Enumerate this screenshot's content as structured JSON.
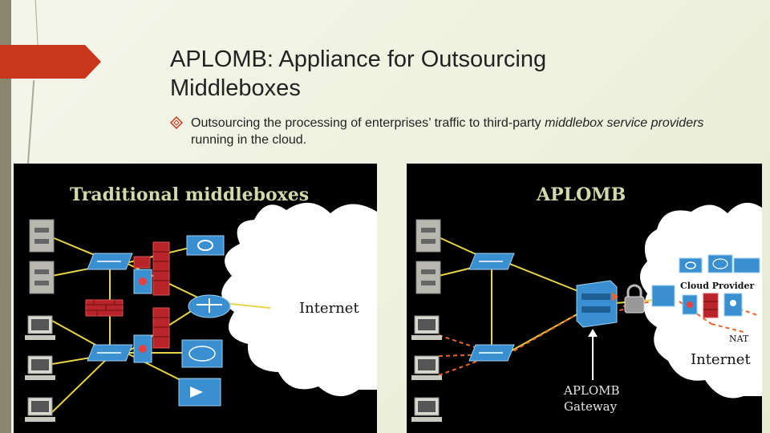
{
  "slide": {
    "title_line1": "APLOMB: Appliance for Outsourcing",
    "title_line2": "Middleboxes",
    "bullet": {
      "icon": "diamond-outline-icon",
      "text_before": "Outsourcing the processing of enterprises’ traffic to third-party ",
      "text_italic_1": "middlebox service",
      "text_mid": " ",
      "text_italic_2": "providers",
      "text_after": " running in the cloud."
    }
  },
  "traditional_panel": {
    "title": "Traditional middleboxes",
    "cloud_label": "Internet",
    "devices": [
      "file-server-icon",
      "file-server-icon",
      "desktop-computer-icon",
      "desktop-computer-icon",
      "desktop-computer-icon",
      "network-switch-icon",
      "network-switch-icon",
      "firewall-icon",
      "firewall-icon",
      "firewall-icon",
      "firewall-icon",
      "ids-device-icon",
      "ids-device-icon",
      "load-balancer-icon",
      "router-icon",
      "wan-optimizer-icon",
      "accelerator-icon"
    ]
  },
  "aplomb_panel": {
    "title": "APLOMB",
    "cloud_label": "Internet",
    "provider_label": "Cloud Provider",
    "nat_label": "NAT",
    "gateway_label_line1": "APLOMB",
    "gateway_label_line2": "Gateway"
  },
  "colors": {
    "accent_red": "#c8361c",
    "panel_bg": "#000000",
    "cloud_fill": "#ffffff",
    "link_yellow": "#e8d44a",
    "tunnel_orange": "#e8642a",
    "device_blue": "#3a8fd0",
    "firewall_red": "#b8242a"
  }
}
